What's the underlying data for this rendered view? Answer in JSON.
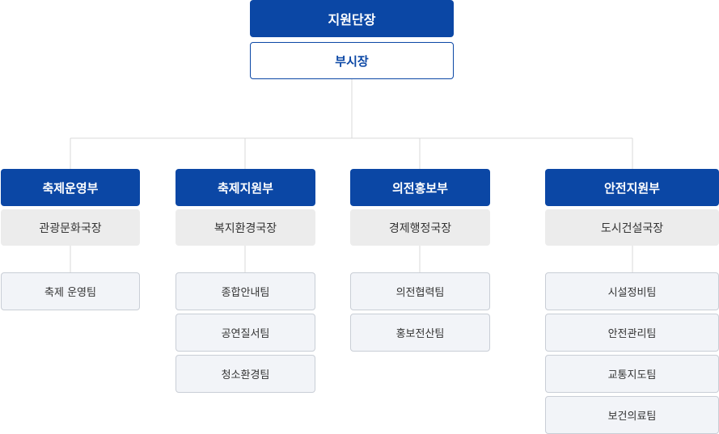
{
  "head": "지원단장",
  "deputy": "부시장",
  "divisions": [
    {
      "dept": "축제운영부",
      "bureau": "관광문화국장",
      "teams": [
        "축제 운영팀"
      ]
    },
    {
      "dept": "축제지원부",
      "bureau": "복지환경국장",
      "teams": [
        "종합안내팀",
        "공연질서팀",
        "청소환경팀"
      ]
    },
    {
      "dept": "의전홍보부",
      "bureau": "경제행정국장",
      "teams": [
        "의전협력팀",
        "홍보전산팀"
      ]
    },
    {
      "dept": "안전지원부",
      "bureau": "도시건설국장",
      "teams": [
        "시설정비팀",
        "안전관리팀",
        "교통지도팀",
        "보건의료팀"
      ]
    }
  ],
  "colors": {
    "primary": "#0b47a5",
    "connector": "#d9d9d9"
  }
}
